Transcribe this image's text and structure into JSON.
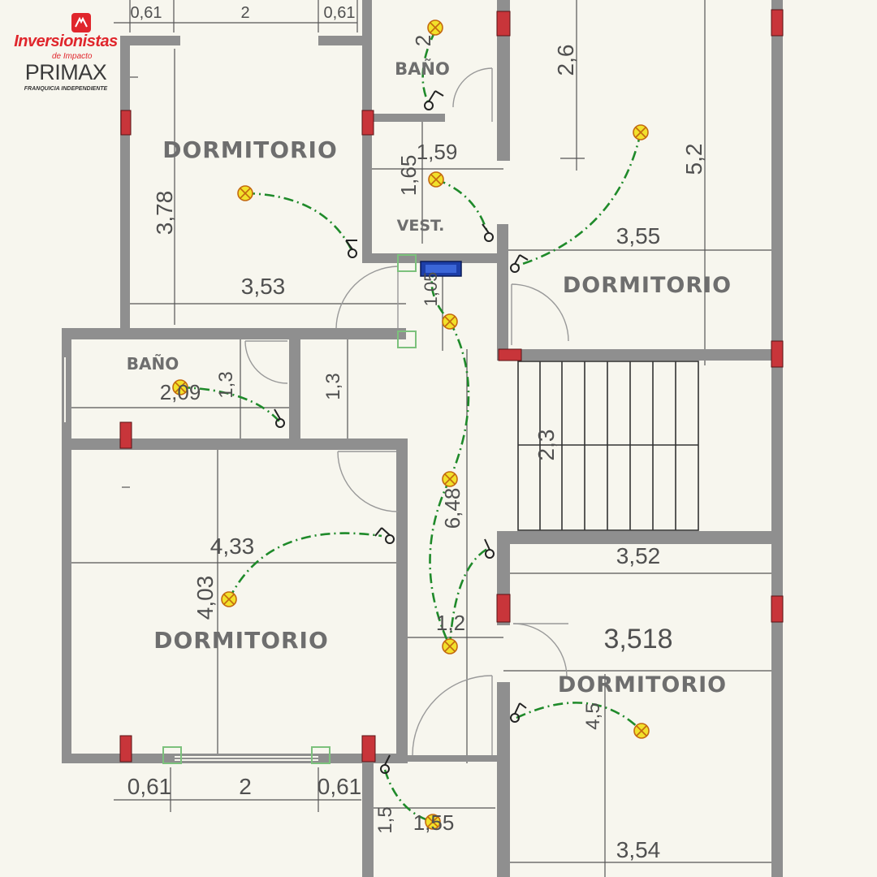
{
  "brand": {
    "name_line1": "Inversionistas",
    "name_line2": "de Impacto",
    "name_line3": "PRIMAX",
    "tagline": "FRANQUICIA INDEPENDIENTE"
  },
  "rooms": [
    {
      "id": "dormitorio-top-left",
      "label": "DORMITORIO"
    },
    {
      "id": "bano-top",
      "label": "BAÑO"
    },
    {
      "id": "vestidor",
      "label": "VEST."
    },
    {
      "id": "dormitorio-top-right",
      "label": "DORMITORIO"
    },
    {
      "id": "bano-left",
      "label": "BAÑO"
    },
    {
      "id": "dormitorio-bottom-left",
      "label": "DORMITORIO"
    },
    {
      "id": "dormitorio-bottom-right",
      "label": "DORMITORIO"
    }
  ],
  "dimensions": [
    "0,61",
    "2",
    "0,61",
    "2",
    "2,6",
    "5,2",
    "1,59",
    "1,65",
    "3,78",
    "3,55",
    "3,53",
    "1,05",
    "2,09",
    "1,3",
    "1,3",
    "2,3",
    "4,33",
    "4,03",
    "6,48",
    "3,52",
    "3,518",
    "1,2",
    "4,5",
    "0,61",
    "2",
    "0,61",
    "1,5",
    "1,55",
    "3,54"
  ],
  "colors": {
    "background": "#f7f6ee",
    "wall": "#8f8f8f",
    "column": "#c8353a",
    "wiring": "#1f8a2a",
    "light_fixture": "#f2e12a",
    "outlet": "#7cc17c",
    "panel": "#1c3ea8"
  },
  "symbols": {
    "light": "ceiling-light-icon",
    "switch": "light-switch-icon",
    "outlet": "outlet-icon",
    "panel": "electrical-panel-icon",
    "column": "structural-column"
  }
}
